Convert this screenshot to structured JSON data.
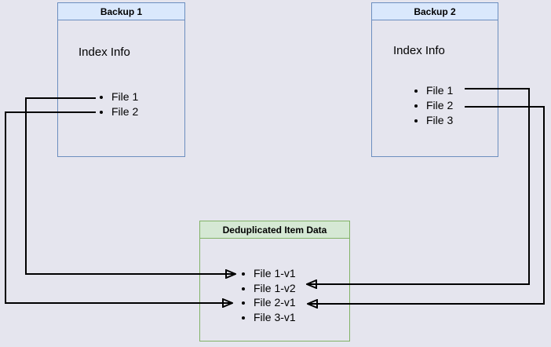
{
  "diagram": {
    "background_color": "#e5e5ee",
    "line_color": "#000000",
    "type": "backup-deduplication-diagram"
  },
  "backup1": {
    "title": "Backup 1",
    "subtitle": "Index Info",
    "items": [
      "File 1",
      "File 2"
    ],
    "header_fill": "#dae8fc",
    "border_color": "#6c8ebf"
  },
  "backup2": {
    "title": "Backup 2",
    "subtitle": "Index Info",
    "items": [
      "File 1",
      "File 2",
      "File 3"
    ],
    "header_fill": "#dae8fc",
    "border_color": "#6c8ebf"
  },
  "dedup": {
    "title": "Deduplicated Item Data",
    "items": [
      "File 1-v1",
      "File 1-v2",
      "File 2-v1",
      "File 3-v1"
    ],
    "header_fill": "#d5e8d4",
    "border_color": "#82b366"
  },
  "connections": [
    {
      "from": "Backup 1 / File 1",
      "to": "Deduplicated Item Data / File 1-v1",
      "direction": "left-route"
    },
    {
      "from": "Backup 1 / File 2",
      "to": "Deduplicated Item Data / File 2-v1",
      "direction": "left-route"
    },
    {
      "from": "Backup 2 / File 1",
      "to": "Deduplicated Item Data / File 1-v2",
      "direction": "right-route"
    },
    {
      "from": "Backup 2 / File 2",
      "to": "Deduplicated Item Data / File 2-v1",
      "direction": "right-route"
    }
  ]
}
